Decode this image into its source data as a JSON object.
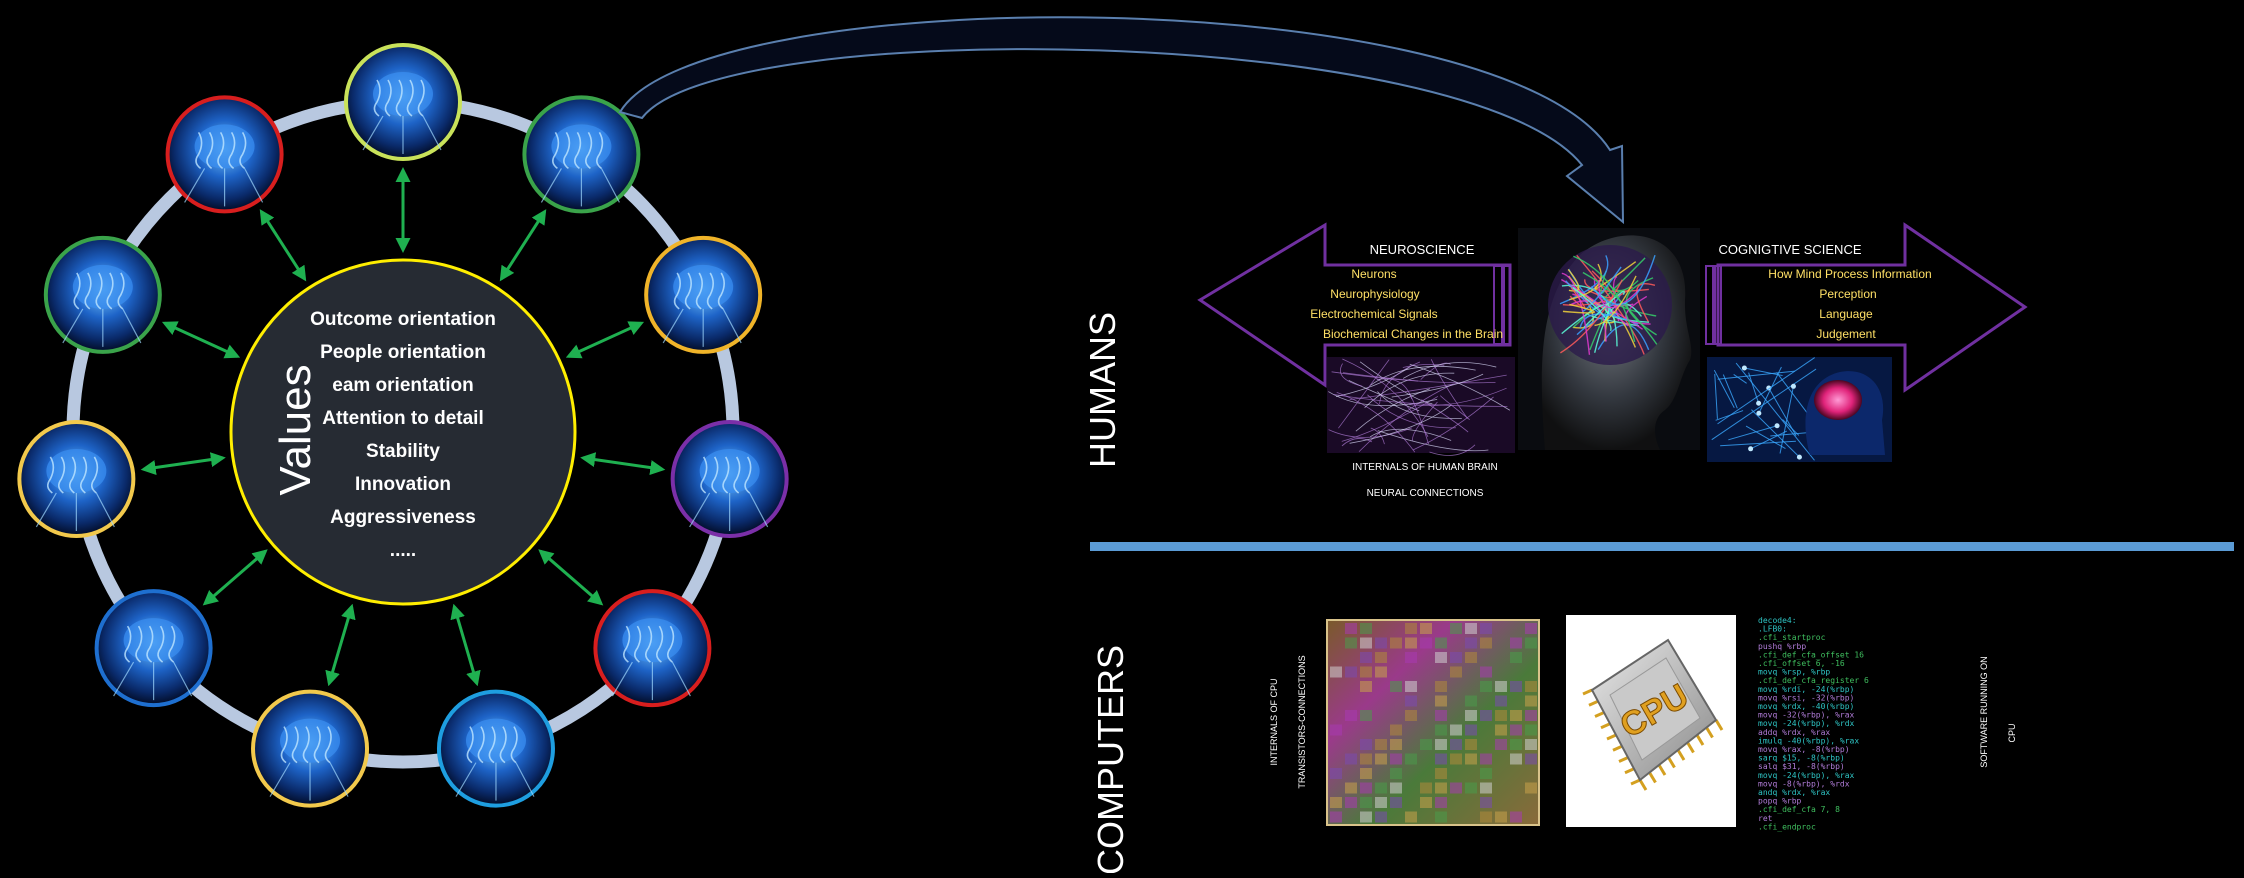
{
  "values_circle": {
    "title": "Values",
    "items": [
      "Outcome orientation",
      "People orientation",
      "eam orientation",
      "Attention to detail",
      "Stability",
      "Innovation",
      "Aggressiveness",
      "....."
    ]
  },
  "satellites": [
    {
      "ring": "#c9e25a"
    },
    {
      "ring": "#3aa34a"
    },
    {
      "ring": "#f0b429"
    },
    {
      "ring": "#7b2fa8"
    },
    {
      "ring": "#d81e1e"
    },
    {
      "ring": "#1e9ee0"
    },
    {
      "ring": "#f2c94c"
    },
    {
      "ring": "#1e6fd0"
    },
    {
      "ring": "#f2c94c"
    },
    {
      "ring": "#3aa34a"
    },
    {
      "ring": "#d81e1e"
    }
  ],
  "humans": {
    "label": "HUMANS",
    "neuroscience": {
      "title": "NEUROSCIENCE",
      "items": [
        "Neurons",
        "Neurophysiology",
        "Electrochemical Signals",
        "Biochemical  Changes in the Brain"
      ]
    },
    "cognitive": {
      "title": "COGNIGTIVE SCIENCE",
      "items": [
        "How Mind Process Information",
        "Perception",
        "Language",
        "Judgement"
      ]
    },
    "caption1": "INTERNALS OF HUMAN BRAIN",
    "caption2": "NEURAL CONNECTIONS"
  },
  "computers": {
    "label": "COMPUTERS",
    "cpu_caption1": "INTERNALS OF CPU",
    "cpu_caption2": "TRANSISTORS-CONNECTIONS",
    "chip_text": "CPU",
    "software_caption1": "SOFTWARE RUNNING ON",
    "software_caption2": "CPU",
    "code_lines": [
      "decode4:",
      ".LFB0:",
      "        .cfi_startproc",
      "        pushq   %rbp",
      "        .cfi_def_cfa_offset 16",
      "        .cfi_offset 6, -16",
      "        movq    %rsp, %rbp",
      "        .cfi_def_cfa_register 6",
      "        movq    %rdi, -24(%rbp)",
      "        movq    %rsi, -32(%rbp)",
      "        movq    %rdx, -40(%rbp)",
      "        movq    -32(%rbp), %rax",
      "        movq    -24(%rbp), %rdx",
      "        addq    %rdx, %rax",
      "        imulq   -40(%rbp), %rax",
      "        movq    %rax, -8(%rbp)",
      "        sarq    $15, -8(%rbp)",
      "        salq    $31, -8(%rbp)",
      "        movq    -24(%rbp), %rax",
      "        movq    -8(%rbp), %rdx",
      "        andq    %rdx, %rax",
      "        popq    %rbp",
      "        .cfi_def_cfa 7, 8",
      "        ret",
      "        .cfi_endproc"
    ]
  },
  "colors": {
    "ring_band": "#b8c8e0",
    "center_fill": "#262b33",
    "center_border": "#ffee00",
    "arrow_green": "#1fb050",
    "arrow_purple": "#7030a0",
    "divider_blue": "#5b9bd5",
    "item_yellow": "#ffe066",
    "code_cyan": "#2ec4c4",
    "code_green": "#3fbf5f",
    "code_purple": "#b07cd8"
  }
}
